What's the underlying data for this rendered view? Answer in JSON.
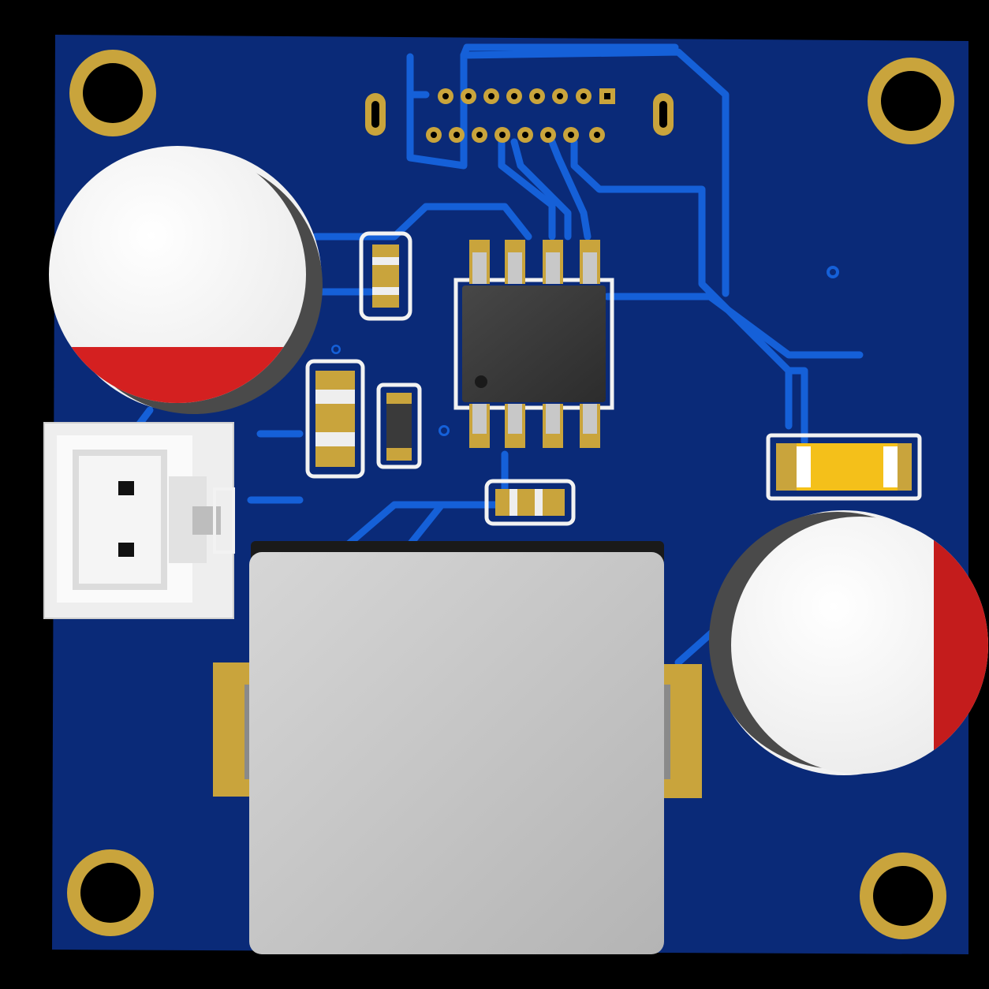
{
  "scene": {
    "kind": "pcb-3d-render",
    "colors": {
      "background": "#000000",
      "board": "#0a2a78",
      "trace": "#1560d8",
      "gold": "#c9a43c",
      "silkscreen": "#f2f2f2",
      "ic_body": "#3a3a3a",
      "inductor": "#c4c4c4",
      "capacitor_top": "#ffffff",
      "capacitor_stripe": "#d42020",
      "connector": "#e6e6e6",
      "led_yellow": "#f4c01a"
    },
    "components": [
      {
        "name": "mounting-hole",
        "count": 4
      },
      {
        "name": "header-connector-16pin",
        "count": 1
      },
      {
        "name": "electrolytic-capacitor",
        "count": 2
      },
      {
        "name": "soic8-ic",
        "count": 1
      },
      {
        "name": "smd-capacitor",
        "count": 3
      },
      {
        "name": "smd-resistor",
        "count": 1
      },
      {
        "name": "smd-led",
        "count": 1
      },
      {
        "name": "jst-2pin-connector",
        "count": 1
      },
      {
        "name": "power-inductor",
        "count": 1
      }
    ]
  }
}
